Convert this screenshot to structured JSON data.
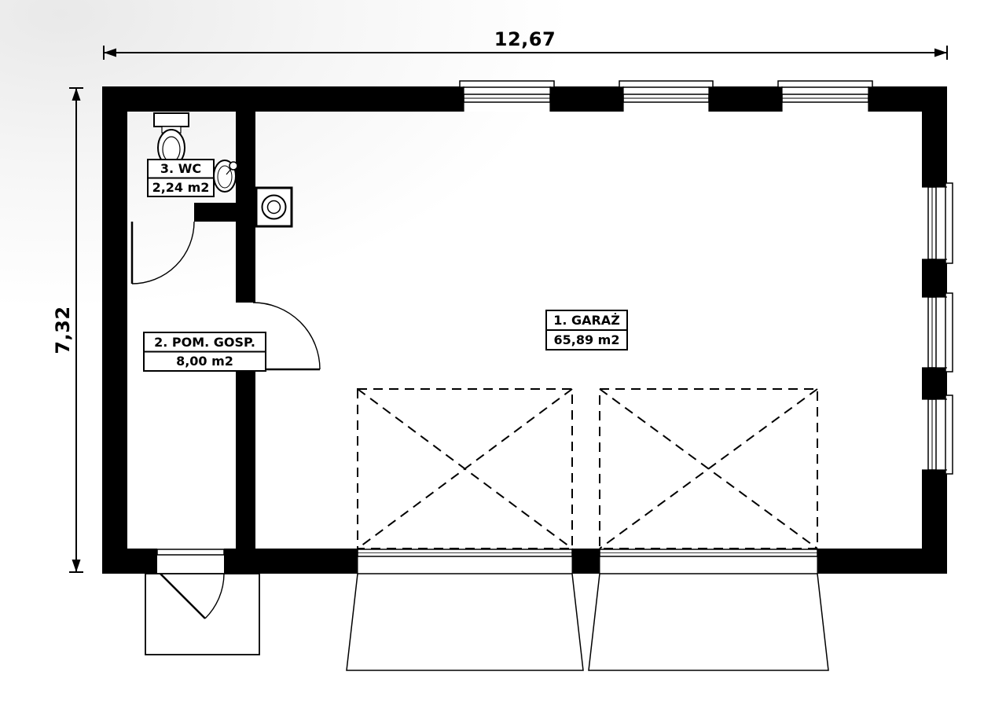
{
  "plan": {
    "type": "floor-plan",
    "building": "garage",
    "overall_dimensions": {
      "width_m": "12,67",
      "height_m": "7,32"
    },
    "rooms": [
      {
        "number": "1",
        "name": "1. GARAŻ",
        "area": "65,89 m2"
      },
      {
        "number": "2",
        "name": "2. POM. GOSP.",
        "area": "8,00 m2"
      },
      {
        "number": "3",
        "name": "3. WC",
        "area": "2,24 m2"
      }
    ],
    "colors": {
      "wall": "#000000",
      "line": "#000000",
      "paper": "#ffffff"
    }
  }
}
